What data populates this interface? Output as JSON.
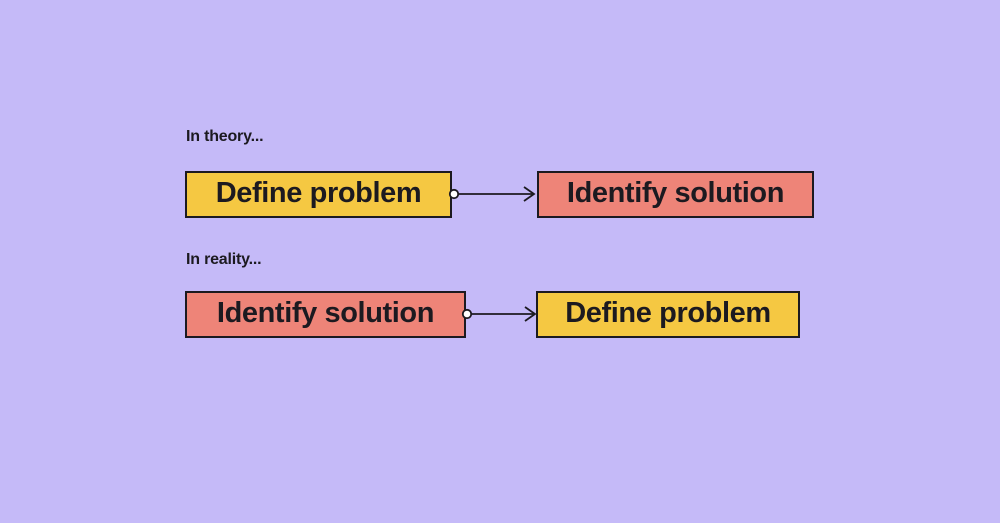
{
  "colors": {
    "background": "#c5baf8",
    "yellow": "#f5c842",
    "salmon": "#ee8478",
    "ink": "#1c1a20",
    "dot": "#ffffff"
  },
  "diagram": {
    "rows": [
      {
        "label": "In theory...",
        "from": {
          "text": "Define problem",
          "color": "yellow"
        },
        "to": {
          "text": "Identify solution",
          "color": "salmon"
        }
      },
      {
        "label": "In reality...",
        "from": {
          "text": "Identify solution",
          "color": "salmon"
        },
        "to": {
          "text": "Define problem",
          "color": "yellow"
        }
      }
    ]
  }
}
